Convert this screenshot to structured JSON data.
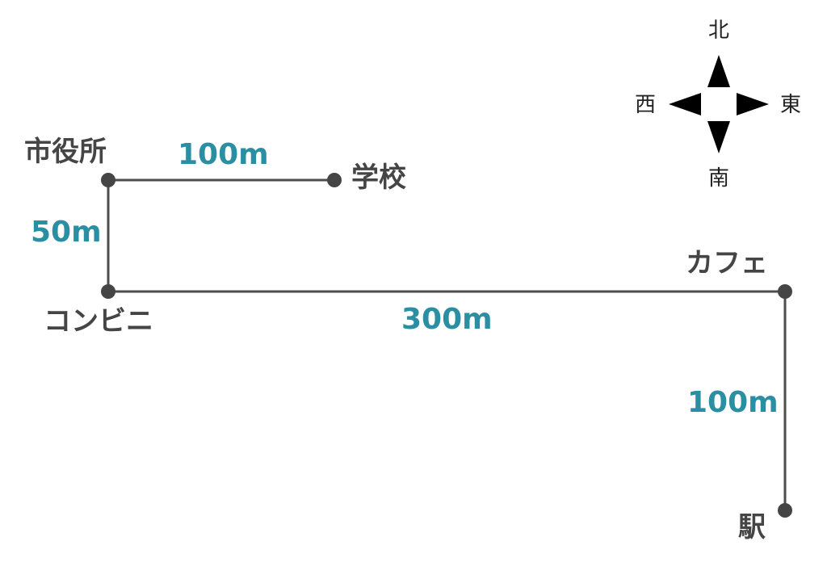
{
  "colors": {
    "line": "#4d4d4d",
    "node": "#454545",
    "distance": "#2a8fa3",
    "place_text": "#454545",
    "compass": "#000000"
  },
  "compass": {
    "north": "北",
    "south": "南",
    "east": "東",
    "west": "西"
  },
  "places": {
    "city_hall": "市役所",
    "school": "学校",
    "convenience_store": "コンビニ",
    "cafe": "カフェ",
    "station": "駅"
  },
  "distances": {
    "city_hall_to_school": "100m",
    "city_hall_to_convenience_store": "50m",
    "convenience_store_to_cafe": "300m",
    "cafe_to_station": "100m"
  }
}
